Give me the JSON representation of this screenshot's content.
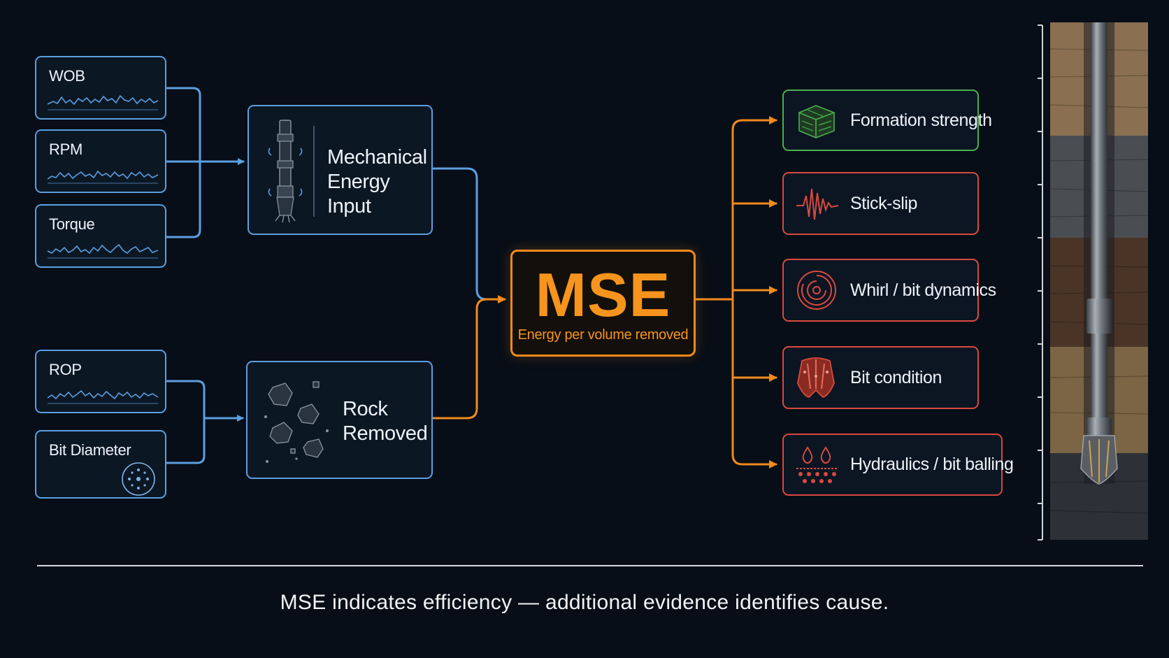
{
  "inputs": {
    "wob": "WOB",
    "rpm": "RPM",
    "torque": "Torque",
    "rop": "ROP",
    "bit_diameter": "Bit Diameter"
  },
  "energy_input": {
    "line1": "Mechanical",
    "line2": "Energy Input"
  },
  "rock_removed": {
    "line1": "Rock",
    "line2": "Removed"
  },
  "mse": {
    "title": "MSE",
    "subtitle": "Energy per volume removed"
  },
  "causes": [
    {
      "label": "Formation strength",
      "icon": "rock-block-icon",
      "color": "#4caf50"
    },
    {
      "label": "Stick-slip",
      "icon": "zigzag-signal-icon",
      "color": "#d84a3f"
    },
    {
      "label": "Whirl / bit dynamics",
      "icon": "whirl-icon",
      "color": "#d84a3f"
    },
    {
      "label": "Bit condition",
      "icon": "drill-bit-icon",
      "color": "#d84a3f"
    },
    {
      "label": "Hydraulics / bit balling",
      "icon": "fluid-drops-icon",
      "color": "#d84a3f"
    }
  ],
  "colors": {
    "input_blue": "#5b9fe0",
    "mse_orange": "#f7941d",
    "cause_red": "#d84a3f",
    "cause_green": "#4caf50",
    "background": "#070e17"
  },
  "caption": "MSE indicates efficiency — additional evidence identifies cause."
}
